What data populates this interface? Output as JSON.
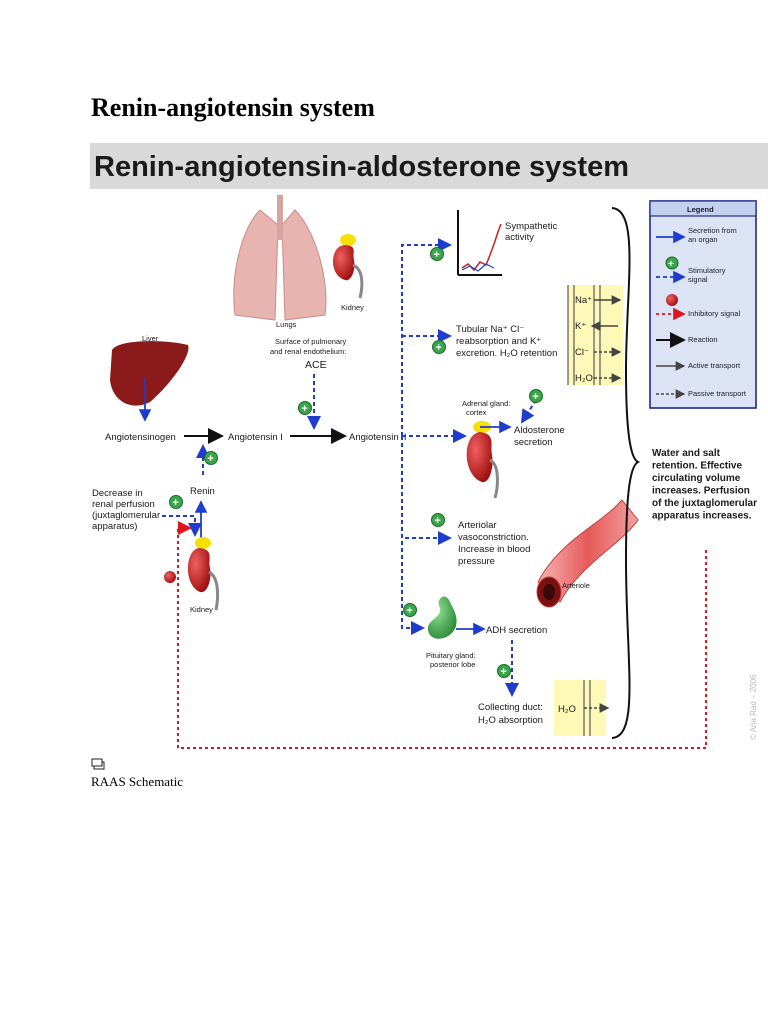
{
  "document": {
    "heading": "Renin-angiotensin system",
    "caption": "RAAS Schematic",
    "caption_icon": "image-placeholder-icon"
  },
  "diagram": {
    "banner_title": "Renin-angiotensin-aldosterone system",
    "organs": {
      "liver": "Liver",
      "lungs": "Lungs",
      "kidney_top": "Kidney",
      "kidney_bottom": "Kidney",
      "adrenal": [
        "Adrenal gland:",
        "cortex"
      ],
      "pituitary": [
        "Pituitary gland:",
        "posterior lobe"
      ],
      "arteriole": "Arteriole"
    },
    "pathway": {
      "angiotensinogen": "Angiotensinogen",
      "angiotensin1": "Angiotensin I",
      "angiotensin2": "Angiotensin II",
      "renin": "Renin",
      "ace_site": [
        "Surface of pulmonary",
        "and renal endothelium:"
      ],
      "ace": "ACE",
      "decrease_perfusion": [
        "Decrease in",
        "renal perfusion",
        "(juxtaglomerular",
        "apparatus)"
      ]
    },
    "effects": {
      "sympathetic": [
        "Sympathetic",
        "activity"
      ],
      "tubular": [
        "Tubular Na⁺ Cl⁻",
        "reabsorption and K⁺",
        "excretion. H₂O retention"
      ],
      "aldosterone": [
        "Aldosterone",
        "secretion"
      ],
      "arteriolar": [
        "Arteriolar",
        "vasoconstriction.",
        "Increase in blood",
        "pressure"
      ],
      "adh": "ADH secretion",
      "collecting": [
        "Collecting duct:",
        "H₂O absorption"
      ]
    },
    "ions": [
      "Na⁺",
      "K⁺",
      "Cl⁻",
      "H₂O"
    ],
    "collecting_ion": "H₂O",
    "outcome": [
      "Water and salt",
      "retention. Effective",
      "circulating volume",
      "increases. Perfusion",
      "of the juxtaglomerular",
      "apparatus increases."
    ],
    "legend": {
      "title": "Legend",
      "items": [
        [
          "Secretion from",
          "an organ"
        ],
        [
          "Stimulatory",
          "signal"
        ],
        [
          "Inhibitory signal"
        ],
        [
          "Reaction"
        ],
        [
          "Active transport"
        ],
        [
          "Passive transport"
        ]
      ]
    },
    "copyright": "© Aria Rad – 2006",
    "colors": {
      "banner": "#d9d9d9",
      "stimulatory": "#1e3ccd",
      "inhibitory": "#e0141e",
      "plus_badge": "#3aa64a",
      "liver": "#8b1a1a",
      "kidney": "#9b1c1c",
      "lungs": "#e8b4b0",
      "legend_bg": "#dbe3f5",
      "legend_border": "#1e2a8c",
      "ion_box": "#fff9b8"
    }
  }
}
